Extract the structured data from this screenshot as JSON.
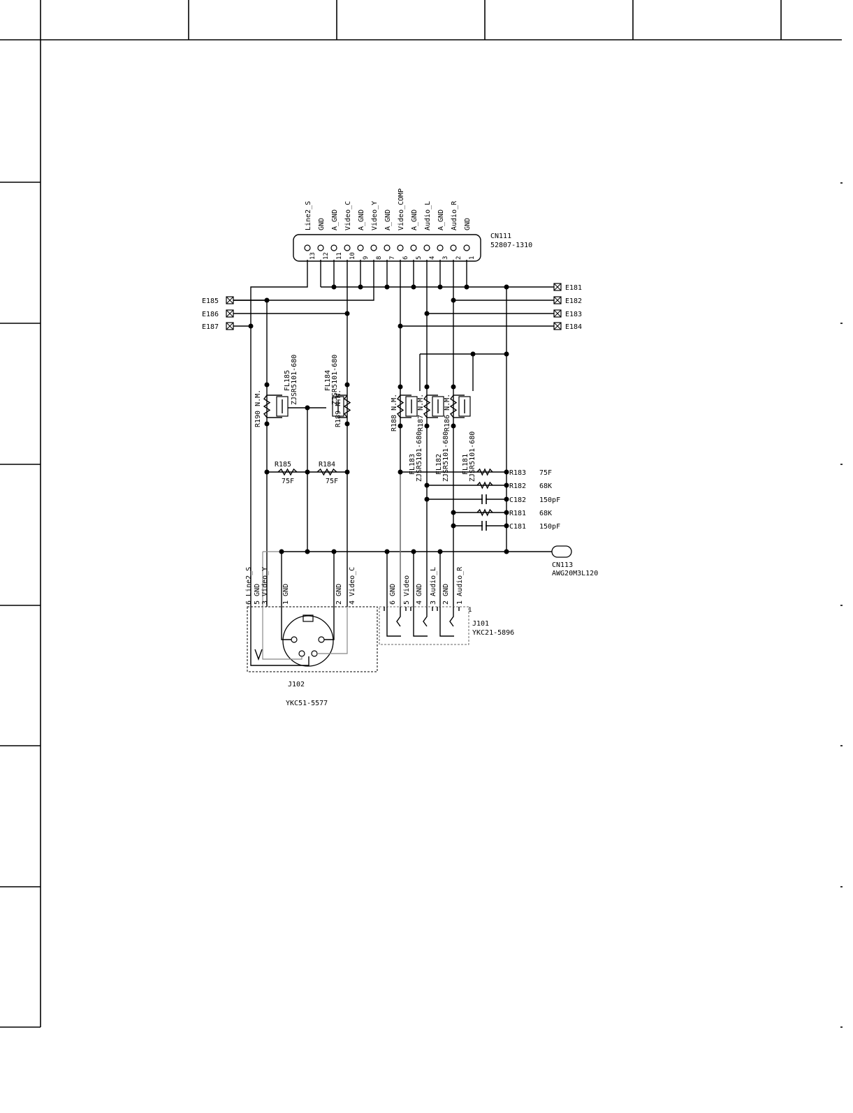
{
  "connector_cn111": {
    "ref": "CN111",
    "part": "52807-1310",
    "pin_numbers": [
      "13",
      "12",
      "11",
      "10",
      "9",
      "8",
      "7",
      "6",
      "5",
      "4",
      "3",
      "2",
      "1"
    ],
    "signals": [
      "Line2_S",
      "GND",
      "A_GND",
      "Video_C",
      "A_GND",
      "Video_Y",
      "A_GND",
      "Video_COMP",
      "A_GND",
      "Audio_L",
      "A_GND",
      "Audio_R",
      "GND"
    ]
  },
  "terminals_left": [
    "E185",
    "E186",
    "E187"
  ],
  "terminals_right": [
    "E181",
    "E182",
    "E183",
    "E184"
  ],
  "left_filters": [
    {
      "fl": "FL185",
      "part": "ZJSR5101-680",
      "r": "R190",
      "r_val": "N.M."
    },
    {
      "fl": "FL184",
      "part": "ZJSR5101-680",
      "r": "R189",
      "r_val": "N.M."
    }
  ],
  "right_filters": [
    {
      "fl": "FL183",
      "part": "ZJSR5101-680",
      "r": "R188",
      "r_val": "N.M."
    },
    {
      "fl": "FL182",
      "part": "ZJSR5101-680",
      "r": "R187",
      "r_val": "N.M."
    },
    {
      "fl": "FL181",
      "part": "ZJSR5101-680",
      "r": "R186",
      "r_val": "N.M."
    }
  ],
  "left_resistors": [
    {
      "ref": "R185",
      "val": "75F"
    },
    {
      "ref": "R184",
      "val": "75F"
    }
  ],
  "right_parts": [
    {
      "ref": "R183",
      "val": "75F"
    },
    {
      "ref": "R182",
      "val": "68K"
    },
    {
      "ref": "C182",
      "val": "150pF"
    },
    {
      "ref": "R181",
      "val": "68K"
    },
    {
      "ref": "C181",
      "val": "150pF"
    }
  ],
  "connector_cn113": {
    "ref": "CN113",
    "part": "AWG20M3L120"
  },
  "jack_j102": {
    "ref": "J102",
    "part": "YKC51-5577",
    "pins": [
      "6 Line2_S",
      "5 GND",
      "3 Video_Y",
      "1 GND",
      "2 GND",
      "4 Video_C"
    ]
  },
  "jack_j101": {
    "ref": "J101",
    "part": "YKC21-5896",
    "pins": [
      "6 GND",
      "5 Video",
      "4 GND",
      "3 Audio_L",
      "2 GND",
      "1 Audio_R"
    ]
  },
  "pin_one_mark": "1"
}
